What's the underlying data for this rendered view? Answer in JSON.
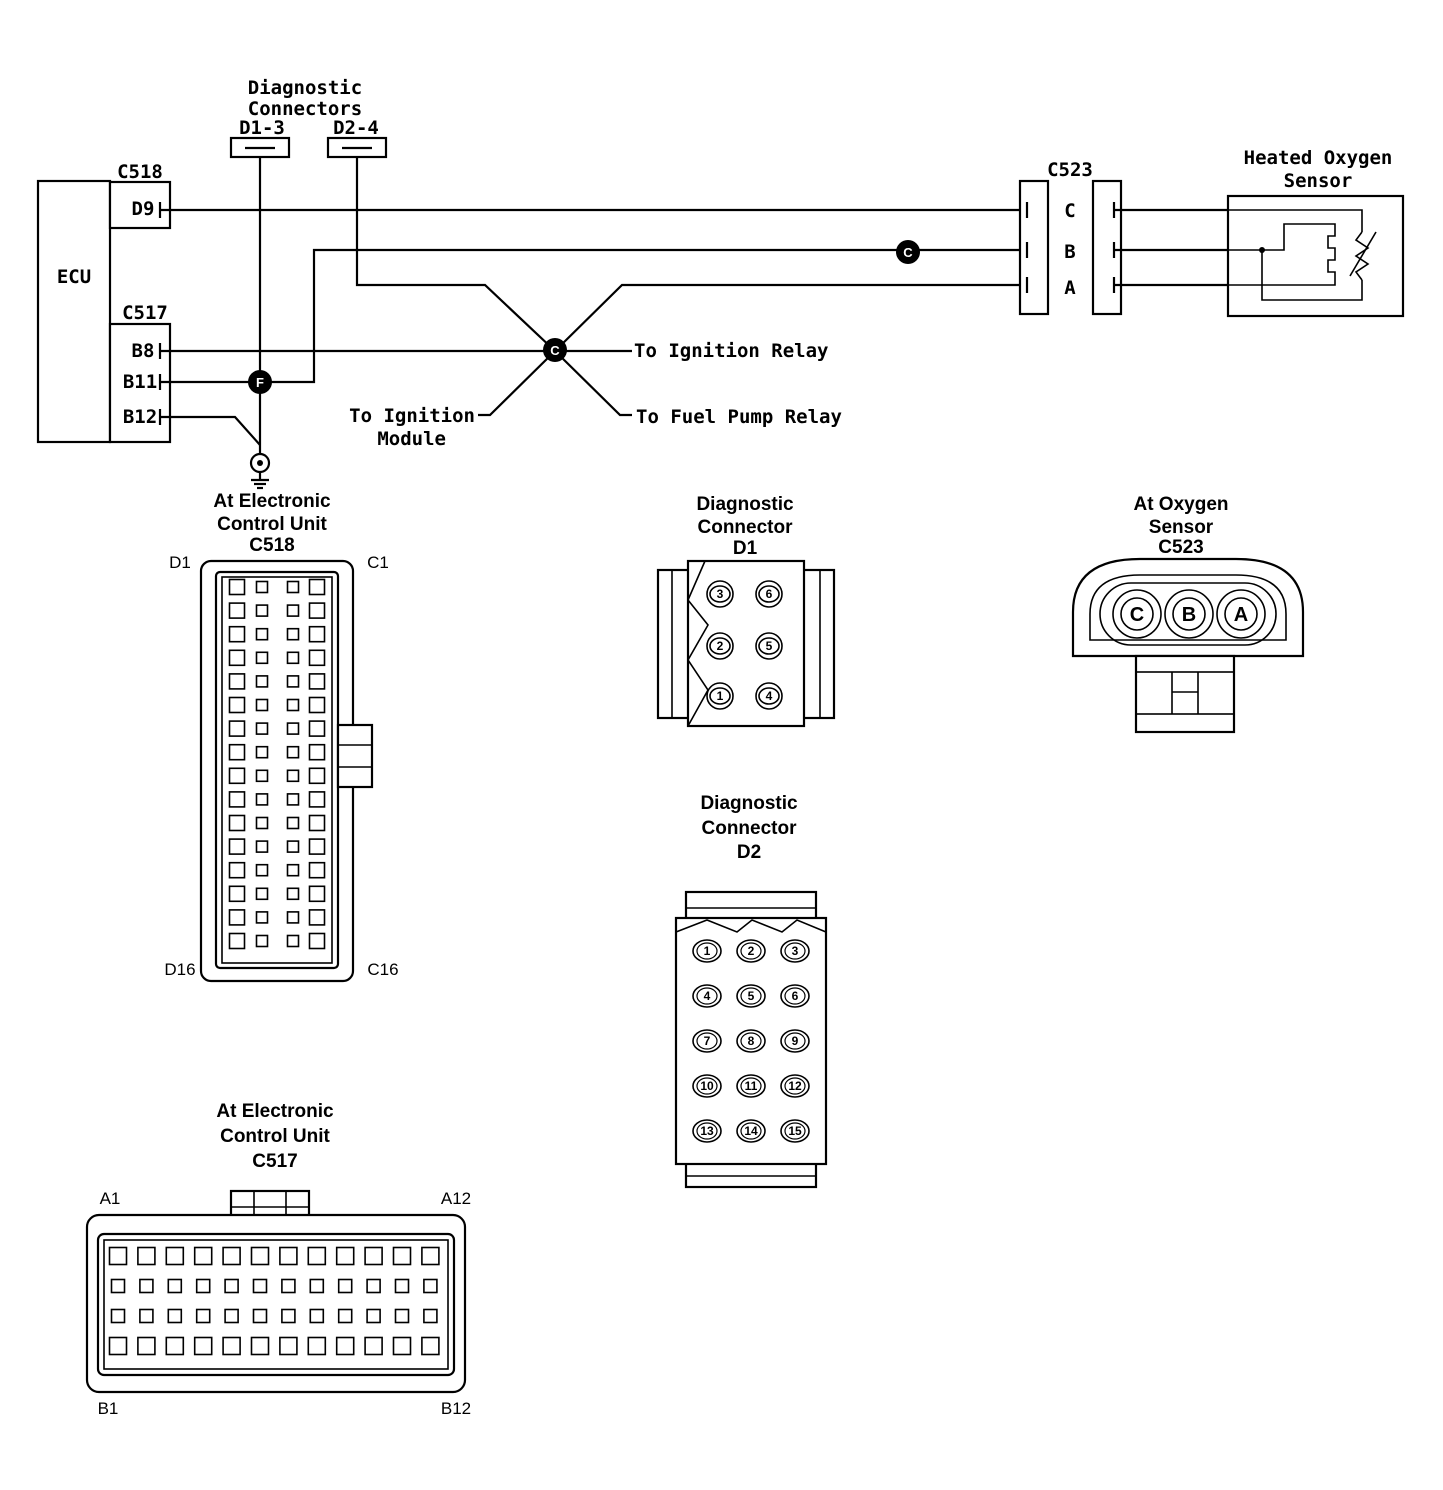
{
  "wiring": {
    "diag_connectors_title": [
      "Diagnostic",
      "Connectors"
    ],
    "d1_3": "D1-3",
    "d2_4": "D2-4",
    "c518": "C518",
    "c517": "C517",
    "c523": "C523",
    "ecu": "ECU",
    "pin_d9": "D9",
    "pin_b8": "B8",
    "pin_b11": "B11",
    "pin_b12": "B12",
    "pin_c": "C",
    "pin_b": "B",
    "pin_a": "A",
    "sensor_title": [
      "Heated Oxygen",
      "Sensor"
    ],
    "splice_c": "C",
    "splice_f": "F",
    "to_ignition_relay": "To Ignition Relay",
    "to_fuel_pump_relay": "To Fuel Pump Relay",
    "to_ignition_module": [
      "To Ignition",
      "Module"
    ]
  },
  "c518_view": {
    "title": [
      "At Electronic",
      "Control Unit",
      "C518"
    ],
    "corner_tl": "D1",
    "corner_tr": "C1",
    "corner_bl": "D16",
    "corner_br": "C16"
  },
  "d1_view": {
    "title": [
      "Diagnostic",
      "Connector",
      "D1"
    ],
    "pins": [
      "3",
      "6",
      "2",
      "5",
      "1",
      "4"
    ]
  },
  "o2_view": {
    "title": [
      "At Oxygen",
      "Sensor",
      "C523"
    ],
    "pins": [
      "C",
      "B",
      "A"
    ]
  },
  "d2_view": {
    "title": [
      "Diagnostic",
      "Connector",
      "D2"
    ],
    "pins": [
      "1",
      "2",
      "3",
      "4",
      "5",
      "6",
      "7",
      "8",
      "9",
      "10",
      "11",
      "12",
      "13",
      "14",
      "15"
    ]
  },
  "c517_view": {
    "title": [
      "At Electronic",
      "Control Unit",
      "C517"
    ],
    "corner_tl": "A1",
    "corner_tr": "A12",
    "corner_bl": "B1",
    "corner_br": "B12"
  }
}
